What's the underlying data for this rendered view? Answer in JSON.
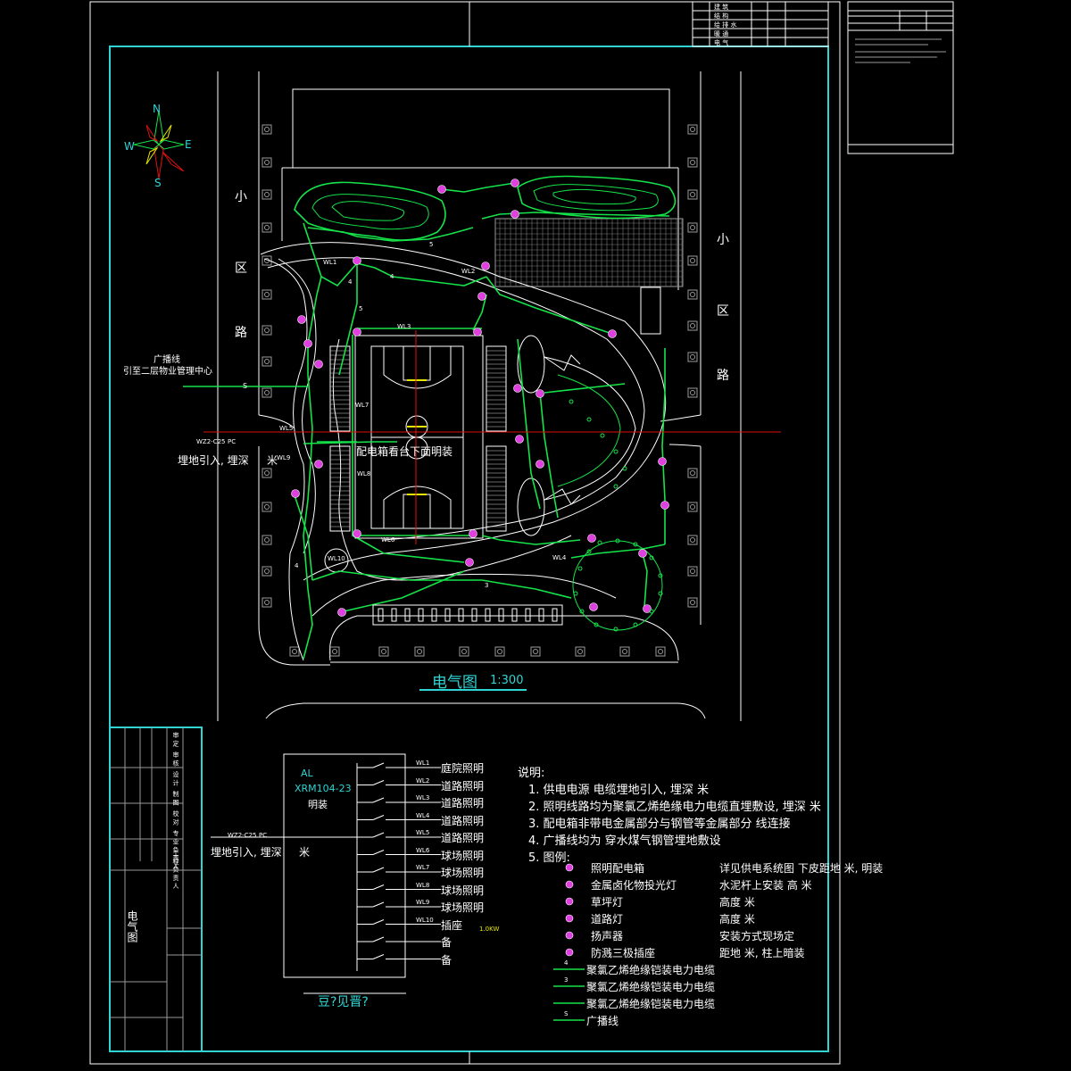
{
  "title_main": "电气图",
  "title_scale": "1:300",
  "compass": {
    "n": "N",
    "s": "S",
    "e": "E",
    "w": "W"
  },
  "road_left": [
    "小",
    "区",
    "路"
  ],
  "road_right": [
    "小",
    "区",
    "路"
  ],
  "broadcast_note": {
    "line1": "广播线",
    "line2": "引至二层物业管理中心"
  },
  "cable_in": {
    "code": "WZ2-C25",
    "pipe": "PC",
    "text": "埋地引入, 埋深",
    "unit": "米"
  },
  "panel_note": "配电箱看台下面明装",
  "circuit_tags": [
    "WL1",
    "WL2",
    "WL3",
    "WL4",
    "WL5",
    "WL6",
    "WL7",
    "WL8",
    "WL9",
    "WL10"
  ],
  "cable_numbers": [
    "4",
    "5",
    "3"
  ],
  "schematic": {
    "panel_name": "AL",
    "panel_model": "XRM104-23",
    "panel_mount": "明装",
    "incoming_code": "WZ2-C25",
    "incoming_pipe": "PC",
    "incoming_text": "埋地引入, 埋深",
    "incoming_unit": "米",
    "circuits": [
      {
        "tag": "WL1",
        "label": "庭院照明"
      },
      {
        "tag": "WL2",
        "label": "道路照明"
      },
      {
        "tag": "WL3",
        "label": "道路照明"
      },
      {
        "tag": "WL4",
        "label": "道路照明"
      },
      {
        "tag": "WL5",
        "label": "道路照明"
      },
      {
        "tag": "WL6",
        "label": "球场照明"
      },
      {
        "tag": "WL7",
        "label": "球场照明"
      },
      {
        "tag": "WL8",
        "label": "球场照明"
      },
      {
        "tag": "WL9",
        "label": "球场照明"
      },
      {
        "tag": "WL10",
        "label": "插座"
      },
      {
        "tag": "",
        "label": "备"
      },
      {
        "tag": "",
        "label": "备"
      }
    ],
    "socket_power": "1.0KW",
    "footer": "豆?见晋?"
  },
  "notes": {
    "heading": "说明:",
    "items": [
      "1. 供电电源 电缆埋地引入, 埋深 米",
      "2. 照明线路均为聚氯乙烯绝缘电力电缆直埋敷设, 埋深 米",
      "3. 配电箱非带电金属部分与钢管等金属部分 线连接",
      "4. 广播线均为 穿水煤气钢管埋地敷设",
      "5. 图例:"
    ]
  },
  "legend": [
    {
      "name": "照明配电箱",
      "desc": "详见供电系统图 下皮距地 米, 明装"
    },
    {
      "name": "金属卤化物投光灯",
      "desc": "水泥杆上安装 高 米"
    },
    {
      "name": "草坪灯",
      "desc": "高度 米"
    },
    {
      "name": "道路灯",
      "desc": "高度 米"
    },
    {
      "name": "扬声器",
      "desc": "安装方式现场定"
    },
    {
      "name": "防溅三极插座",
      "desc": "距地 米, 柱上暗装"
    },
    {
      "name": "聚氯乙烯绝缘铠装电力电缆",
      "desc": ""
    },
    {
      "name": "聚氯乙烯绝缘铠装电力电缆",
      "desc": ""
    },
    {
      "name": "聚氯乙烯绝缘铠装电力电缆",
      "desc": ""
    },
    {
      "name": "广播线",
      "desc": ""
    }
  ],
  "legend_cable_numbers": [
    "4",
    "3",
    "",
    "S"
  ],
  "title_block": {
    "drawing_name": "电气图",
    "rows": [
      "审 定",
      "审 核",
      "设 计",
      "制 图",
      "校 对",
      "专 业 负 责 人",
      "工 程 负 责 人"
    ]
  },
  "top_right_table": [
    "建 筑",
    "结 构",
    "给 排 水",
    "暖 通",
    "电 气"
  ],
  "colors": {
    "frame": "#2fd5d5",
    "wiring": "#16e34a",
    "text": "#ffffff",
    "axis": "#e01010",
    "fixture": "#e040e0",
    "accent": "#e6e600"
  }
}
